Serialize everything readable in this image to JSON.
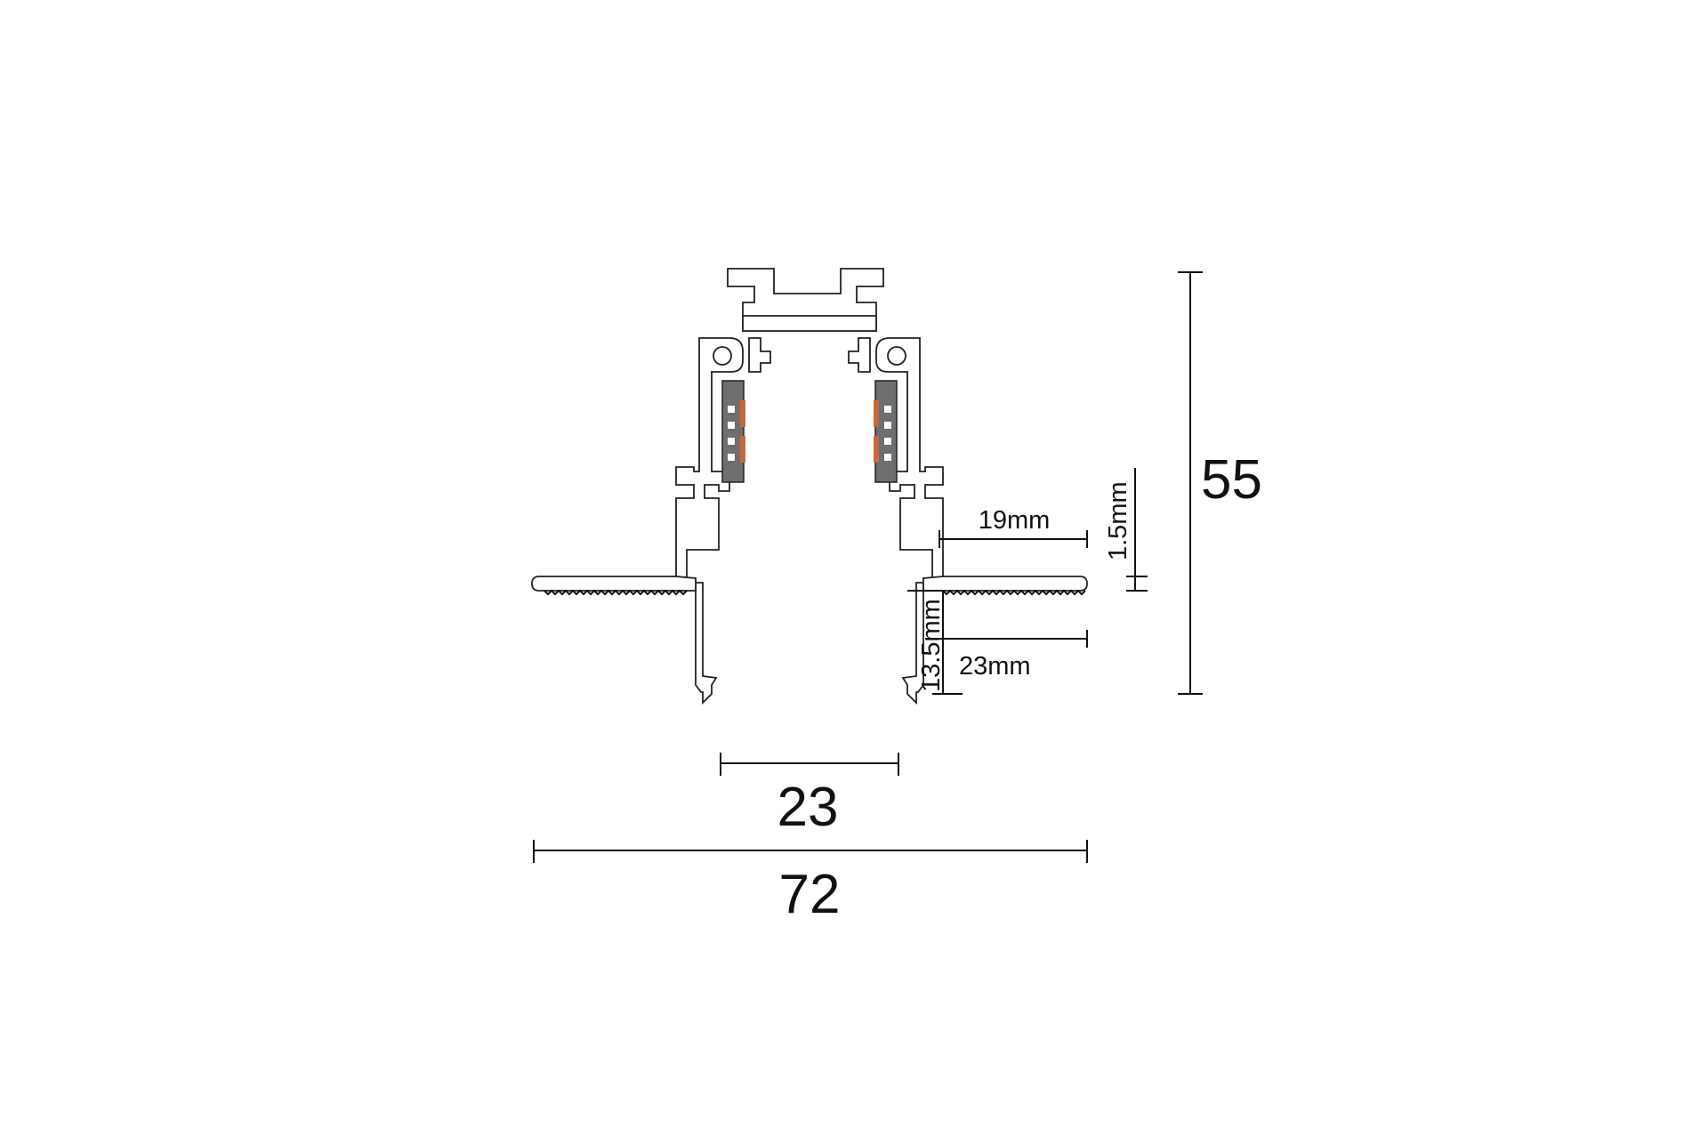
{
  "drawing": {
    "dimensions": {
      "overall_height": "55",
      "overall_width": "72",
      "opening_width": "23",
      "flange_width": "19mm",
      "flange_thickness": "1.5mm",
      "recess_depth": "13.5mm",
      "recess_width": "23mm"
    },
    "colors": {
      "line": "#111111",
      "conductor_body": "#6e6e6e",
      "copper_contact": "#c8693a",
      "background": "#ffffff"
    }
  }
}
